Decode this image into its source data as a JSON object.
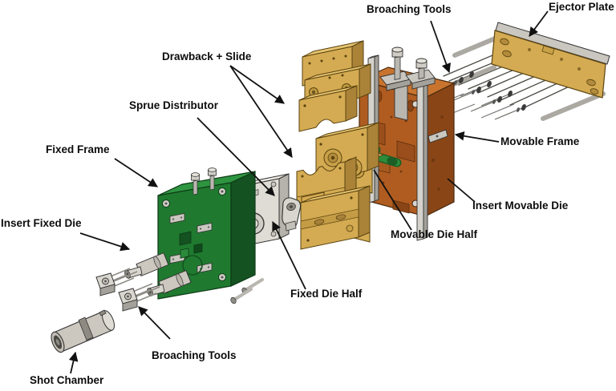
{
  "diagram_type": "exploded-view-die-casting-mold",
  "labels": {
    "broaching_tools_top": "Broaching Tools",
    "ejector_plate": "Ejector Plate",
    "drawback_slide": "Drawback + Slide",
    "sprue_distributor": "Sprue Distributor",
    "fixed_frame": "Fixed Frame",
    "insert_fixed_die": "Insert Fixed Die",
    "movable_frame": "Movable Frame",
    "insert_movable_die": "Insert Movable Die",
    "movable_die_half": "Movable Die Half",
    "fixed_die_half": "Fixed Die Half",
    "broaching_tools_bottom": "Broaching Tools",
    "shot_chamber": "Shot Chamber"
  },
  "colors": {
    "background": "#ffffff",
    "label_text": "#0d0d0d",
    "leader_line": "#111111",
    "fixed_frame_green": "#1f7a2f",
    "fixed_frame_green_dark": "#145221",
    "fixed_frame_green_light": "#2e9440",
    "movable_frame_brown": "#b05c20",
    "movable_frame_brown_dark": "#8a4516",
    "movable_frame_brown_light": "#c9742e",
    "tan_part": "#d4ab52",
    "tan_part_dark": "#aa8338",
    "tan_part_light": "#e6c470",
    "steel_gray": "#d6d4cc",
    "steel_gray_dark": "#a3a19a",
    "pin_green": "#2e8b3a"
  }
}
